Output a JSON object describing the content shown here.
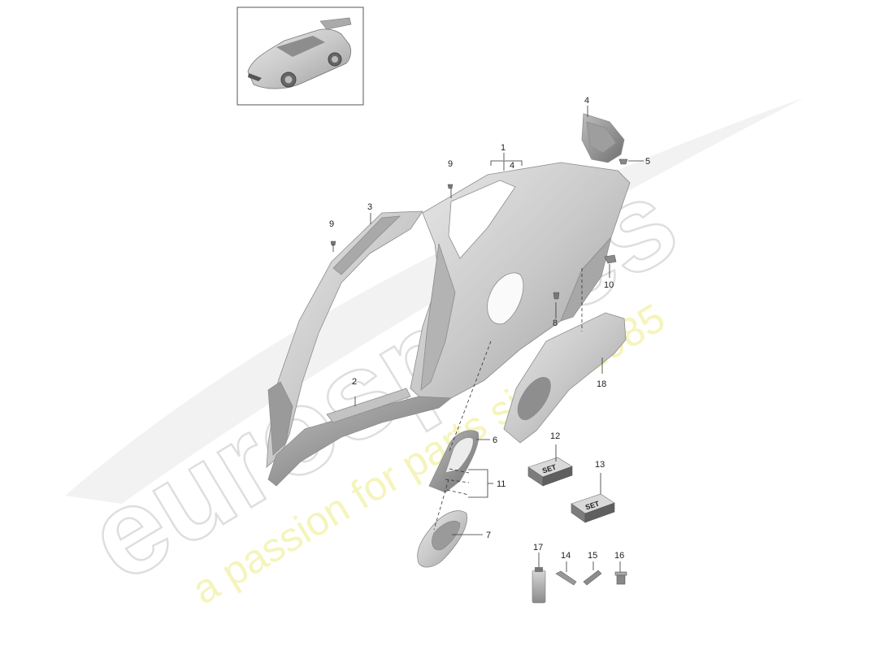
{
  "watermark": {
    "brand": "eurospares",
    "tagline": "a passion for parts since 1985"
  },
  "callouts": {
    "c1": "1",
    "c2": "2",
    "c3": "3",
    "c4_top": "4",
    "c4_bracket": "4",
    "c5": "5",
    "c6": "6",
    "c7": "7",
    "c8": "8",
    "c9_left": "9",
    "c9_mid": "9",
    "c10": "10",
    "c11": "11",
    "c12": "12",
    "c13": "13",
    "c14": "14",
    "c15": "15",
    "c16": "16",
    "c17": "17",
    "c18": "18"
  },
  "kits": {
    "set12": "SET",
    "set13": "SET"
  },
  "icons": [
    "car-thumbnail-icon",
    "side-panel-icon",
    "sill-icon",
    "a-pillar-icon",
    "tail-light-housing-icon",
    "clip-icon",
    "air-intake-icon",
    "intake-cover-icon",
    "bolt-icon",
    "wheel-arch-icon",
    "kit-box-icon",
    "glue-tube-icon",
    "rivet-icon",
    "screw-icon",
    "plug-icon"
  ]
}
